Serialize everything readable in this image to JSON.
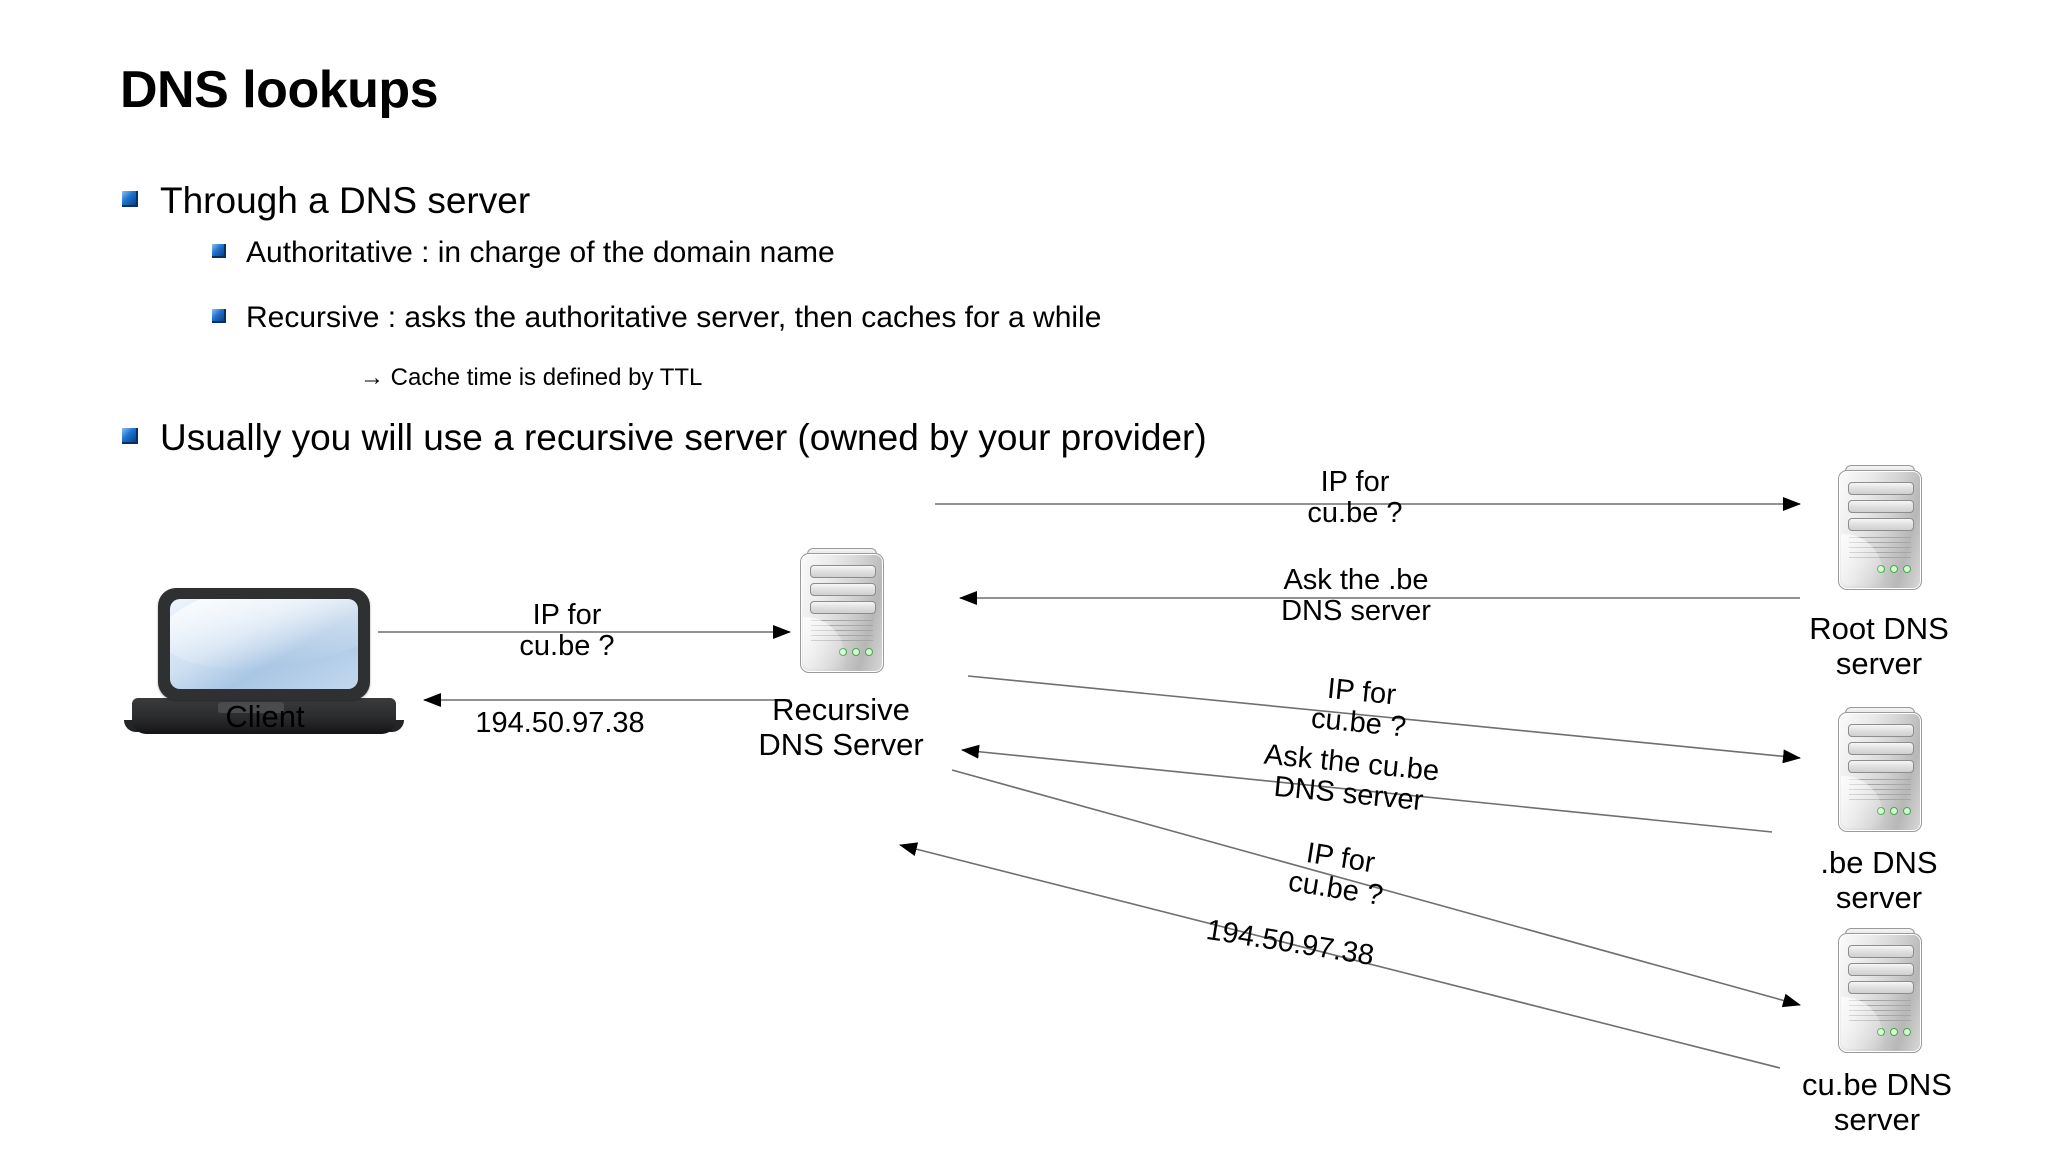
{
  "slide": {
    "title": "DNS lookups",
    "background_color": "#ffffff",
    "bullet_color": "#1f74d2"
  },
  "bullets": [
    {
      "level": 1,
      "text": "Through a DNS server"
    },
    {
      "level": 2,
      "text": "Authoritative : in charge of the domain name"
    },
    {
      "level": 2,
      "text": "Recursive : asks the authoritative server, then caches for a while"
    },
    {
      "level": 3,
      "text": "→ Cache time is defined by TTL"
    },
    {
      "level": 1,
      "text": "Usually you will use a recursive server (owned by your provider)"
    }
  ],
  "diagram": {
    "nodes": [
      {
        "id": "client",
        "icon": "laptop-icon",
        "label": "Client"
      },
      {
        "id": "recursive",
        "icon": "server-tower-icon",
        "label": "Recursive\nDNS Server"
      },
      {
        "id": "root",
        "icon": "server-tower-icon",
        "label": "Root DNS\nserver"
      },
      {
        "id": "be",
        "icon": "server-tower-icon",
        "label": ".be DNS\nserver"
      },
      {
        "id": "cube",
        "icon": "server-tower-icon",
        "label": "cu.be DNS\nserver"
      }
    ],
    "messages": [
      {
        "id": "m1",
        "from": "client",
        "to": "recursive",
        "text": "IP for\ncu.be ?"
      },
      {
        "id": "m2",
        "from": "recursive",
        "to": "client",
        "text": "194.50.97.38"
      },
      {
        "id": "m3",
        "from": "recursive",
        "to": "root",
        "text": "IP for\ncu.be ?"
      },
      {
        "id": "m4",
        "from": "root",
        "to": "recursive",
        "text": "Ask the .be\nDNS server"
      },
      {
        "id": "m5",
        "from": "recursive",
        "to": "be",
        "text": "IP for\ncu.be ?"
      },
      {
        "id": "m6",
        "from": "be",
        "to": "recursive",
        "text": "Ask the cu.be\nDNS server"
      },
      {
        "id": "m7",
        "from": "recursive",
        "to": "cube",
        "text": "IP for\ncu.be ?"
      },
      {
        "id": "m8",
        "from": "cube",
        "to": "recursive",
        "text": "194.50.97.38"
      }
    ]
  }
}
